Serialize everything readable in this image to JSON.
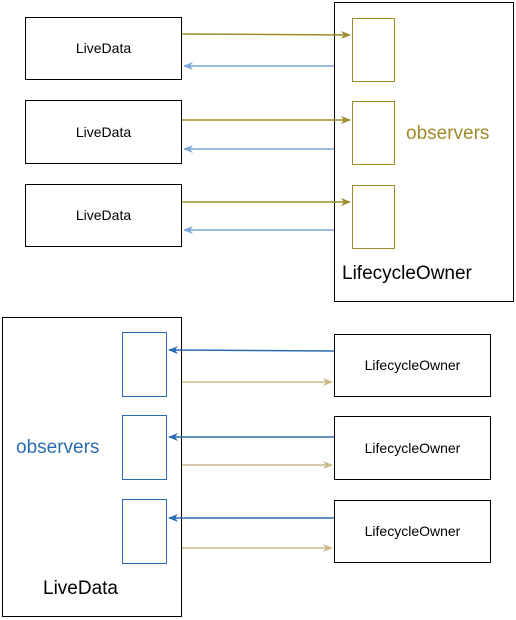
{
  "top": {
    "livedata_boxes": [
      {
        "label": "LiveData"
      },
      {
        "label": "LiveData"
      },
      {
        "label": "LiveData"
      }
    ],
    "owner_container": {
      "label": "LifecycleOwner"
    },
    "observers_label": "observers"
  },
  "bottom": {
    "owner_boxes": [
      {
        "label": "LifecycleOwner"
      },
      {
        "label": "LifecycleOwner"
      },
      {
        "label": "LifecycleOwner"
      }
    ],
    "livedata_container": {
      "label": "LiveData"
    },
    "observers_label": "observers"
  },
  "colors": {
    "gold": "#a08a2a",
    "gold_light": "#c9b98a",
    "blue": "#2b6cb0",
    "blue_light": "#7aa6d6",
    "border": "#000000"
  }
}
